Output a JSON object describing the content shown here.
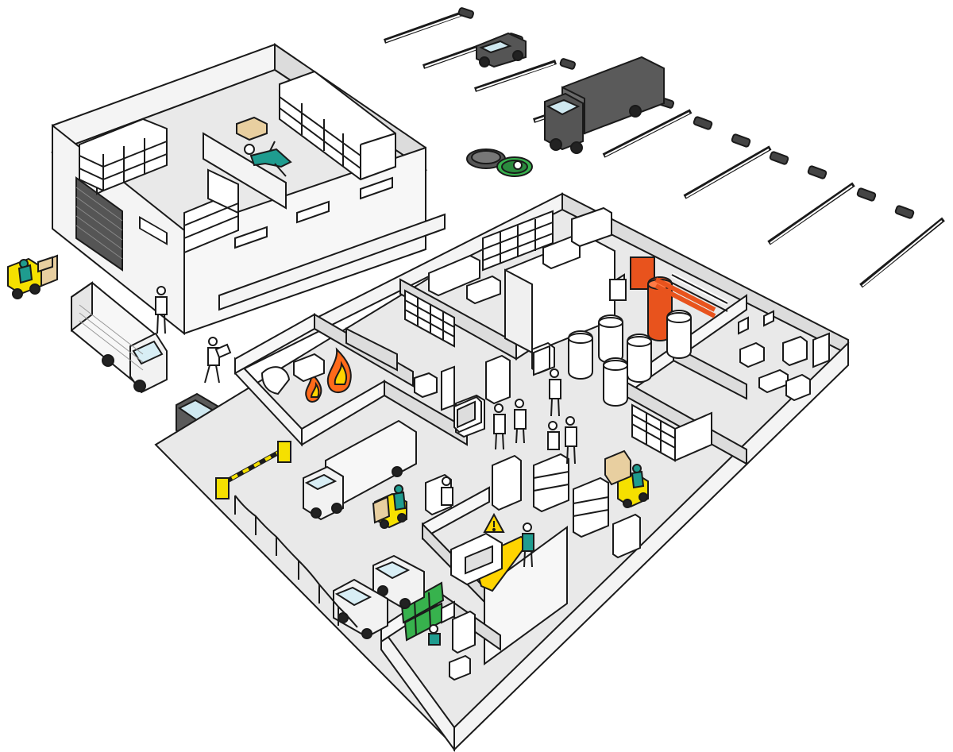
{
  "scene": {
    "description_text": "",
    "colors": {
      "ink": "#1a1a1a",
      "floor": "#e9e9e9",
      "wall_face": "#f4f4f4",
      "wall_side": "#dcdcdc",
      "vehicle_dark": "#555555",
      "vehicle_light": "#f2f2f2",
      "forklift_yellow": "#f5e000",
      "worker_teal": "#1f9c8f",
      "fire_orange": "#ff6a1a",
      "tank_orange": "#e8531d",
      "monitor_green": "#37b24d",
      "warning_yellow": "#ffd400",
      "barrier_yellow": "#f5e000"
    },
    "icons": [
      "warehouse",
      "factory-floor",
      "parking-lot",
      "truck",
      "van",
      "forklift",
      "worker",
      "fallen-worker",
      "fire",
      "storage-tanks",
      "warning-sign",
      "boom-barrier",
      "manhole",
      "control-room-monitors",
      "shelving-rack",
      "armchair"
    ]
  }
}
